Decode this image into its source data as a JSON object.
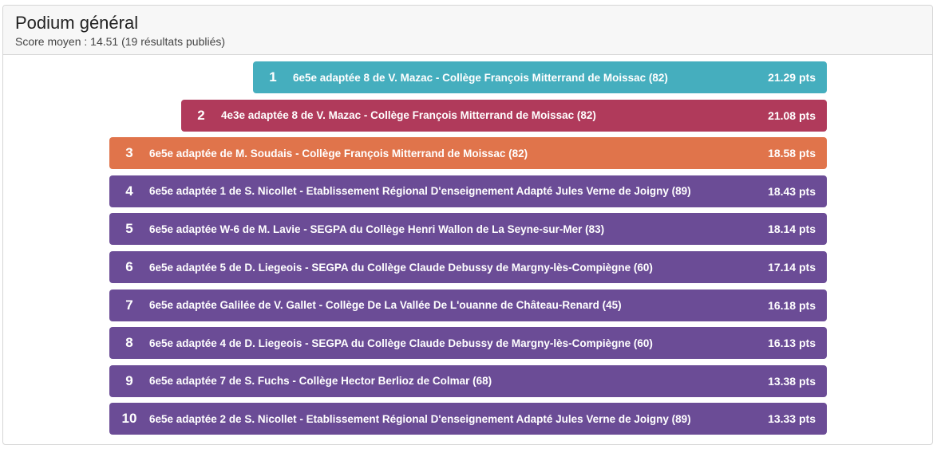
{
  "header": {
    "title": "Podium général",
    "subtitle": "Score moyen : 14.51 (19 résultats publiés)"
  },
  "colors": {
    "first": "#45aebe",
    "second": "#b03a5b",
    "third": "#e0744b",
    "other": "#6b4c96"
  },
  "podium": [
    {
      "rank": "1",
      "label": "6e5e adaptée 8 de V. Mazac - Collège François Mitterrand de Moissac (82)",
      "score": "21.29 pts"
    },
    {
      "rank": "2",
      "label": "4e3e adaptée 8 de V. Mazac - Collège François Mitterrand de Moissac (82)",
      "score": "21.08 pts"
    },
    {
      "rank": "3",
      "label": "6e5e adaptée de M. Soudais - Collège François Mitterrand de Moissac (82)",
      "score": "18.58 pts"
    },
    {
      "rank": "4",
      "label": "6e5e adaptée 1 de S. Nicollet - Etablissement Régional D'enseignement Adapté Jules Verne de Joigny (89)",
      "score": "18.43 pts"
    },
    {
      "rank": "5",
      "label": "6e5e adaptée W-6 de M. Lavie - SEGPA du Collège Henri Wallon de La Seyne-sur-Mer (83)",
      "score": "18.14 pts"
    },
    {
      "rank": "6",
      "label": "6e5e adaptée 5 de D. Liegeois - SEGPA du Collège Claude Debussy de Margny-lès-Compiègne (60)",
      "score": "17.14 pts"
    },
    {
      "rank": "7",
      "label": "6e5e adaptée Galilée de V. Gallet - Collège De La Vallée De L'ouanne de Château-Renard (45)",
      "score": "16.18 pts"
    },
    {
      "rank": "8",
      "label": "6e5e adaptée 4 de D. Liegeois - SEGPA du Collège Claude Debussy de Margny-lès-Compiègne (60)",
      "score": "16.13 pts"
    },
    {
      "rank": "9",
      "label": "6e5e adaptée 7 de S. Fuchs - Collège Hector Berlioz de Colmar (68)",
      "score": "13.38 pts"
    },
    {
      "rank": "10",
      "label": "6e5e adaptée 2 de S. Nicollet - Etablissement Régional D'enseignement Adapté Jules Verne de Joigny (89)",
      "score": "13.33 pts"
    }
  ]
}
